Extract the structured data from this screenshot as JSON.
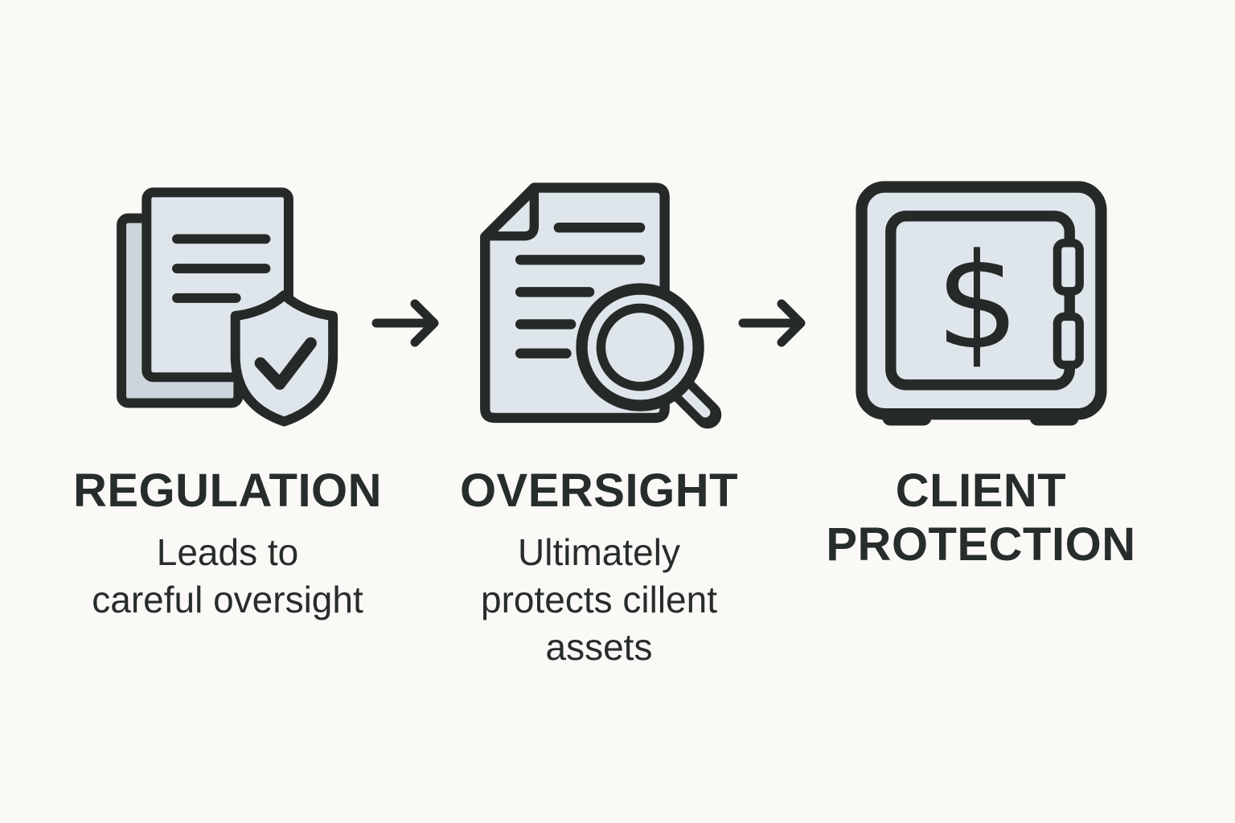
{
  "diagram": {
    "kind": "three-step-flow",
    "steps": [
      {
        "id": "regulation",
        "icon": "document-shield-check-icon",
        "title": "REGULATION",
        "subtitle": "Leads to\ncareful oversight"
      },
      {
        "id": "oversight",
        "icon": "document-magnifier-icon",
        "title": "OVERSIGHT",
        "subtitle": "Ultimately\nprotects cillent\nassets"
      },
      {
        "id": "client-protection",
        "icon": "safe-dollar-icon",
        "title": "CLIENT\nPROTECTION",
        "subtitle": ""
      }
    ],
    "connectors": [
      {
        "type": "arrow-right",
        "glyph": "→"
      },
      {
        "type": "arrow-right",
        "glyph": "→"
      }
    ]
  },
  "colors": {
    "ink": "#252a28",
    "paper": "#dfe6eb",
    "paper-shadow": "#ccd5db",
    "bg": "#faf9f6",
    "text": "#272d2c"
  }
}
